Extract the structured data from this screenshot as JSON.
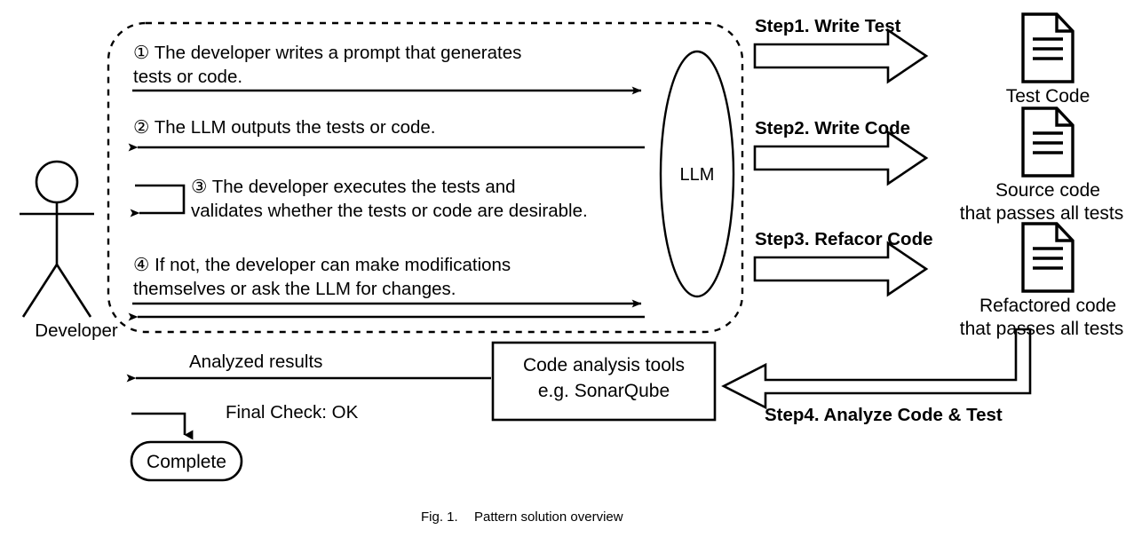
{
  "figure": {
    "caption_label": "Fig. 1.",
    "caption_text": "Pattern solution overview"
  },
  "actor": {
    "name": "developer-actor",
    "label": "Developer"
  },
  "llm": {
    "label": "LLM"
  },
  "interaction_box": {
    "style": "dashed-rounded",
    "messages": [
      {
        "id": "msg-1",
        "marker": "①",
        "line1": "① The developer writes a prompt that generates",
        "line2": "tests or code.",
        "arrow": "developer-to-llm"
      },
      {
        "id": "msg-2",
        "marker": "②",
        "line1": "② The LLM outputs the tests or code.",
        "line2": "",
        "arrow": "llm-to-developer"
      },
      {
        "id": "msg-3",
        "marker": "③",
        "line1": "③ The developer executes the tests and",
        "line2": "validates whether the tests or code are desirable.",
        "arrow": "developer-self-loop"
      },
      {
        "id": "msg-4",
        "marker": "④",
        "line1": "④ If not, the developer can make modifications",
        "line2": "themselves or ask the LLM for changes.",
        "arrow": "developer-to-llm-and-back"
      }
    ]
  },
  "steps": [
    {
      "id": "step-1",
      "label": "Step1. Write Test",
      "arrow": "block-arrow-right",
      "artifact": {
        "icon": "document-icon",
        "line1": "Test Code",
        "line2": ""
      }
    },
    {
      "id": "step-2",
      "label": "Step2. Write Code",
      "arrow": "block-arrow-right",
      "artifact": {
        "icon": "document-icon",
        "line1": "Source code",
        "line2": "that passes all tests"
      }
    },
    {
      "id": "step-3",
      "label": "Step3. Refacor Code",
      "arrow": "block-arrow-right",
      "artifact": {
        "icon": "document-icon",
        "line1": "Refactored code",
        "line2": "that passes all tests"
      }
    },
    {
      "id": "step-4",
      "label": "Step4. Analyze Code & Test",
      "arrow": "block-arrow-left-elbow"
    }
  ],
  "analysis_tool": {
    "line1": "Code analysis tools",
    "line2": "e.g. SonarQube"
  },
  "results_arrow": {
    "label": "Analyzed results"
  },
  "final_check": {
    "label": "Final Check: OK"
  },
  "complete_node": {
    "label": "Complete"
  },
  "colors": {
    "stroke": "#000000",
    "background": "#ffffff",
    "text": "#000000"
  }
}
